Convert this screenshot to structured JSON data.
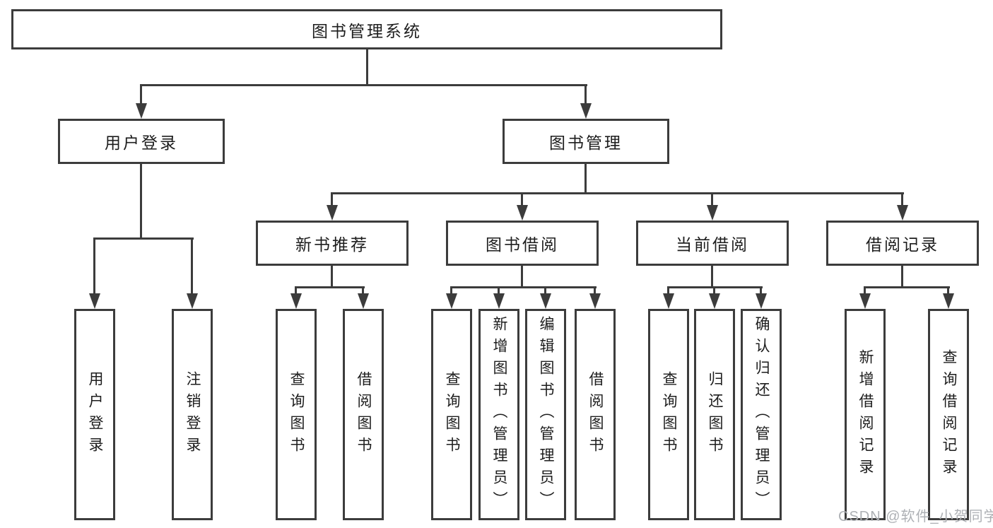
{
  "colors": {
    "line": "#3c3c3c",
    "text": "#1d1d1d",
    "watermark": "#aeb1b5",
    "bg": "#ffffff"
  },
  "watermark": "CSDN @软件_小贺同学",
  "tree": {
    "label": "图书管理系统",
    "children": [
      {
        "label": "用户登录",
        "children": [
          {
            "label": "用户登录"
          },
          {
            "label": "注销登录"
          }
        ]
      },
      {
        "label": "图书管理",
        "children": [
          {
            "label": "新书推荐",
            "children": [
              {
                "label": "查询图书"
              },
              {
                "label": "借阅图书"
              }
            ]
          },
          {
            "label": "图书借阅",
            "children": [
              {
                "label": "查询图书"
              },
              {
                "label": "新增图书（管理员）"
              },
              {
                "label": "编辑图书（管理员）"
              },
              {
                "label": "借阅图书"
              }
            ]
          },
          {
            "label": "当前借阅",
            "children": [
              {
                "label": "查询图书"
              },
              {
                "label": "归还图书"
              },
              {
                "label": "确认归还（管理员）"
              }
            ]
          },
          {
            "label": "借阅记录",
            "children": [
              {
                "label": "新增借阅记录"
              },
              {
                "label": "查询借阅记录"
              }
            ]
          }
        ]
      }
    ]
  }
}
